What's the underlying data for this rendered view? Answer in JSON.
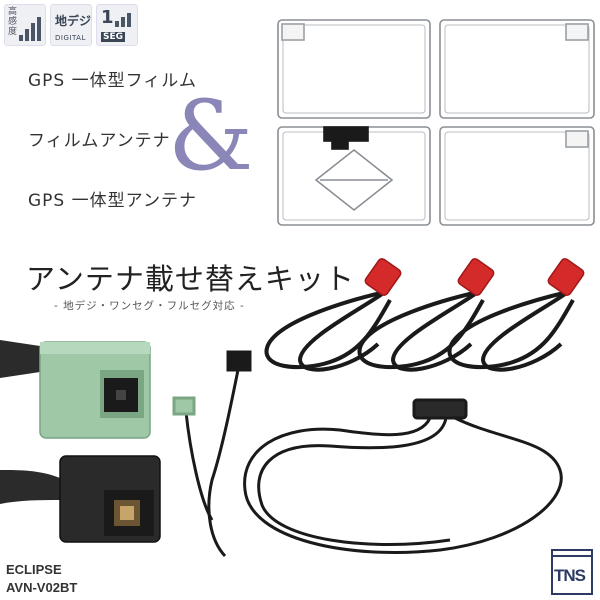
{
  "badges": [
    {
      "icon": "hd-signal-icon",
      "label": "高感度"
    },
    {
      "icon": "digital-broadcast-icon",
      "label": "地デジ",
      "sublabel": "DIGITAL"
    },
    {
      "icon": "one-seg-icon",
      "label": "1",
      "sublabel": "SEG"
    }
  ],
  "types": [
    "GPS 一体型フィルム",
    "フィルムアンテナ",
    "GPS 一体型アンテナ"
  ],
  "ampersand": "&",
  "product": {
    "title": "アンテナ載せ替えキット",
    "subtitle": "- 地デジ・ワンセグ・フルセグ対応 -"
  },
  "brand": {
    "maker": "ECLIPSE",
    "model": "AVN-V02BT"
  },
  "logo": {
    "text": "TNS",
    "icon": "tns-logo-icon"
  },
  "colors": {
    "ampersand": "#8a86b8",
    "connector_green": "#9ec8a6",
    "connector_red": "#d42a2a",
    "cable": "#1a1a1a"
  }
}
